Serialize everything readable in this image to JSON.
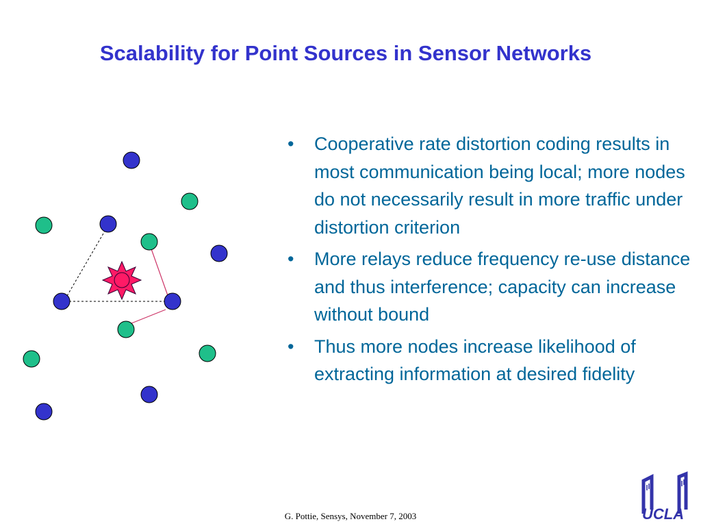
{
  "slide": {
    "title": "Scalability for Point Sources in Sensor Networks",
    "bullets": [
      "Cooperative rate distortion coding results in most communication being local; more nodes do not necessarily result in more traffic under distortion criterion",
      "More relays reduce frequency re-use distance and thus interference; capacity can increase without bound",
      "Thus more nodes increase likelihood of extracting information at desired fidelity"
    ],
    "bullet_glyph": "•",
    "footer": "G. Pottie, Sensys, November 7, 2003",
    "logo_text": "UCLA"
  },
  "colors": {
    "title": "#3333cc",
    "body_text": "#006699",
    "blue_node": "#3333cc",
    "green_node": "#1fbf8a",
    "source": "#ff1a66",
    "relay_link": "#cc3366",
    "cluster_link": "#000000",
    "logo": "#3333aa"
  },
  "icons": {
    "blue_node": "circle-node",
    "green_node": "circle-node",
    "source": "starburst-source-icon",
    "logo": "ucla-logo"
  }
}
